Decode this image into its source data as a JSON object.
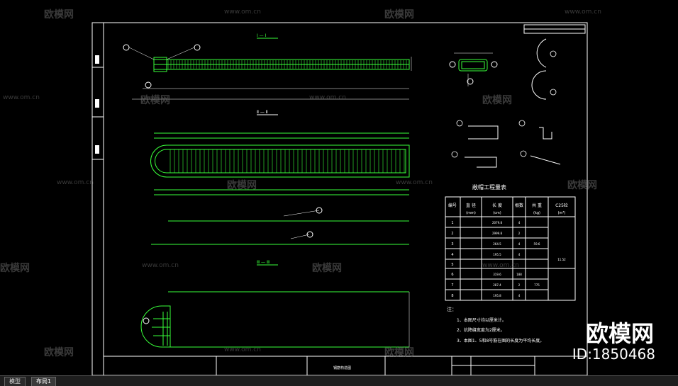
{
  "tabs": {
    "model": "模型",
    "layout": "布局1"
  },
  "watermark": {
    "logo_text": "欧模网",
    "site": "www.om.cn"
  },
  "brand": {
    "name": "欧模网",
    "id_label": "ID:1850468"
  },
  "colors": {
    "green": "#39ff3a",
    "white": "#ffffff",
    "background": "#000000"
  },
  "drawing": {
    "section_1": "Ⅰ — Ⅰ",
    "section_2": "Ⅱ — Ⅱ",
    "section_3": "Ⅲ — Ⅲ",
    "table_title": "敞帽工程量表",
    "table_headers": [
      "编号",
      "直 径",
      "长 度",
      "根数",
      "共 重",
      "C25砼"
    ],
    "table_units": [
      "",
      "(mm)",
      "(cm)",
      "",
      "(kg)",
      "(m³)"
    ],
    "rows": [
      {
        "no": "1",
        "len": "2079.8",
        "cnt": "4"
      },
      {
        "no": "2",
        "len": "2999.8",
        "cnt": "2"
      },
      {
        "no": "3",
        "len": "264.5",
        "cnt": "4"
      },
      {
        "no": "4",
        "len": "195.5",
        "cnt": "4"
      },
      {
        "no": "5",
        "len": "",
        "cnt": ""
      },
      {
        "no": "6",
        "len": "319.6",
        "cnt": "188"
      },
      {
        "no": "7",
        "len": "287.4",
        "cnt": "2"
      },
      {
        "no": "8",
        "len": "195.8",
        "cnt": "4"
      }
    ],
    "weight_1": "59.6",
    "weight_2": "775",
    "concrete": "11.52",
    "notes_title": "注：",
    "notes": [
      "1、本图尺寸均以厘米计。",
      "2、抗降缝宽度为2厘米。",
      "3、本图1、5和8号筋在图的长度为平均长度。"
    ],
    "title_block_label": "钢筋构造图"
  }
}
